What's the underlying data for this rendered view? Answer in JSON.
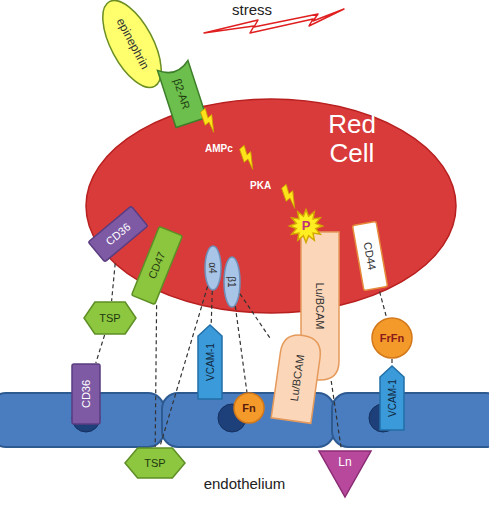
{
  "diagram": {
    "nodes": [
      {
        "text": [
          "epinephrin"
        ]
      },
      {
        "text": [
          "β2-AR"
        ]
      },
      {
        "text": [
          "Red Cell"
        ]
      },
      {
        "text": [
          "CD36"
        ]
      },
      {
        "text": [
          "CD47"
        ]
      },
      {
        "text": [
          "α4"
        ]
      },
      {
        "text": [
          "β1"
        ]
      },
      {
        "text": [
          "P"
        ]
      },
      {
        "text": [
          "Lu/BCAM"
        ]
      },
      {
        "text": [
          "CD44"
        ]
      },
      {
        "text": [
          "TSP"
        ]
      },
      {
        "text": [
          "FrFn"
        ]
      },
      {
        "text": [
          "CD36"
        ]
      },
      {
        "text": [
          "VCAM-1"
        ]
      },
      {
        "text": [
          "Fn"
        ]
      },
      {
        "text": [
          "Lu/BCAM"
        ]
      },
      {
        "text": [
          "VCAM-1"
        ]
      },
      {
        "text": [
          "TSP"
        ]
      },
      {
        "text": [
          "Ln"
        ]
      },
      {
        "text": [
          "endothelium"
        ]
      }
    ],
    "edges": [
      {
        "from": 3,
        "to": 10,
        "arrow": "none"
      },
      {
        "from": 10,
        "to": 12,
        "arrow": "none"
      },
      {
        "from": 4,
        "to": 17,
        "arrow": "none"
      },
      {
        "from": 5,
        "to": 17,
        "arrow": "none"
      },
      {
        "from": 5,
        "to": 13,
        "arrow": "none"
      },
      {
        "from": 6,
        "to": 14,
        "arrow": "none"
      },
      {
        "from": 6,
        "to": 15,
        "arrow": "none"
      },
      {
        "from": 8,
        "to": 18,
        "arrow": "none"
      },
      {
        "from": 9,
        "to": 11,
        "arrow": "none"
      },
      {
        "from": 11,
        "to": 16,
        "arrow": "none"
      }
    ],
    "labels": [
      "stress",
      "AMPc",
      "PKA"
    ]
  }
}
